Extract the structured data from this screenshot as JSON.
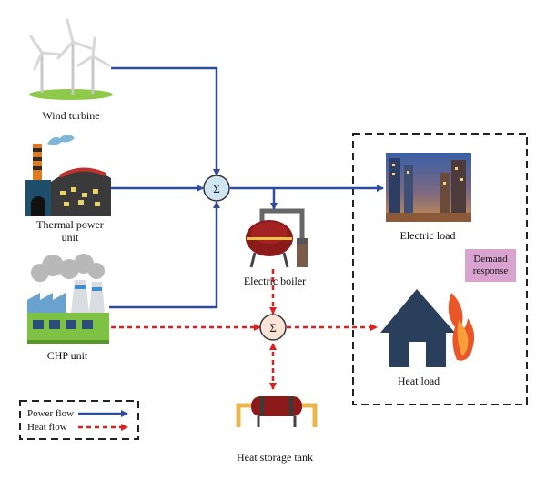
{
  "sources": {
    "wind": "Wind turbine",
    "thermal_line1": "Thermal power",
    "thermal_line2": "unit",
    "chp": "CHP unit"
  },
  "components": {
    "boiler": "Electric boiler",
    "storage": "Heat storage tank",
    "sum_symbol": "Σ"
  },
  "loads": {
    "electric": "Electric load",
    "heat": "Heat load",
    "demand_line1": "Demand",
    "demand_line2": "response"
  },
  "legend": {
    "power": "Power flow",
    "heat": "Heat flow"
  },
  "colors": {
    "power_flow": "#2e4c9e",
    "heat_flow": "#e02020",
    "sum_fill": "#cfe6f2",
    "heat_sum_fill": "#fbe3d6",
    "house": "#2a3f5c",
    "demand_box": "#d9a3cf"
  }
}
